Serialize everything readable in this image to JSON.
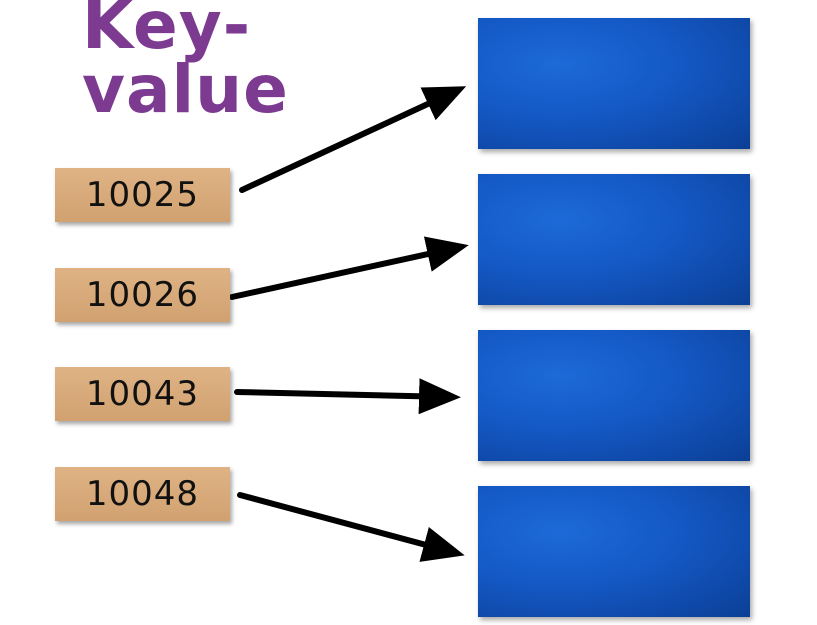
{
  "title": {
    "line1": "Key-",
    "line2": "value"
  },
  "keys": [
    {
      "label": "10025"
    },
    {
      "label": "10026"
    },
    {
      "label": "10043"
    },
    {
      "label": "10048"
    }
  ],
  "colors": {
    "title": "#7d3a91",
    "key_fill": "#d8aa79",
    "value_fill_center": "#1c6ad8",
    "value_fill_edge": "#0b3f96",
    "arrow": "#000000"
  }
}
